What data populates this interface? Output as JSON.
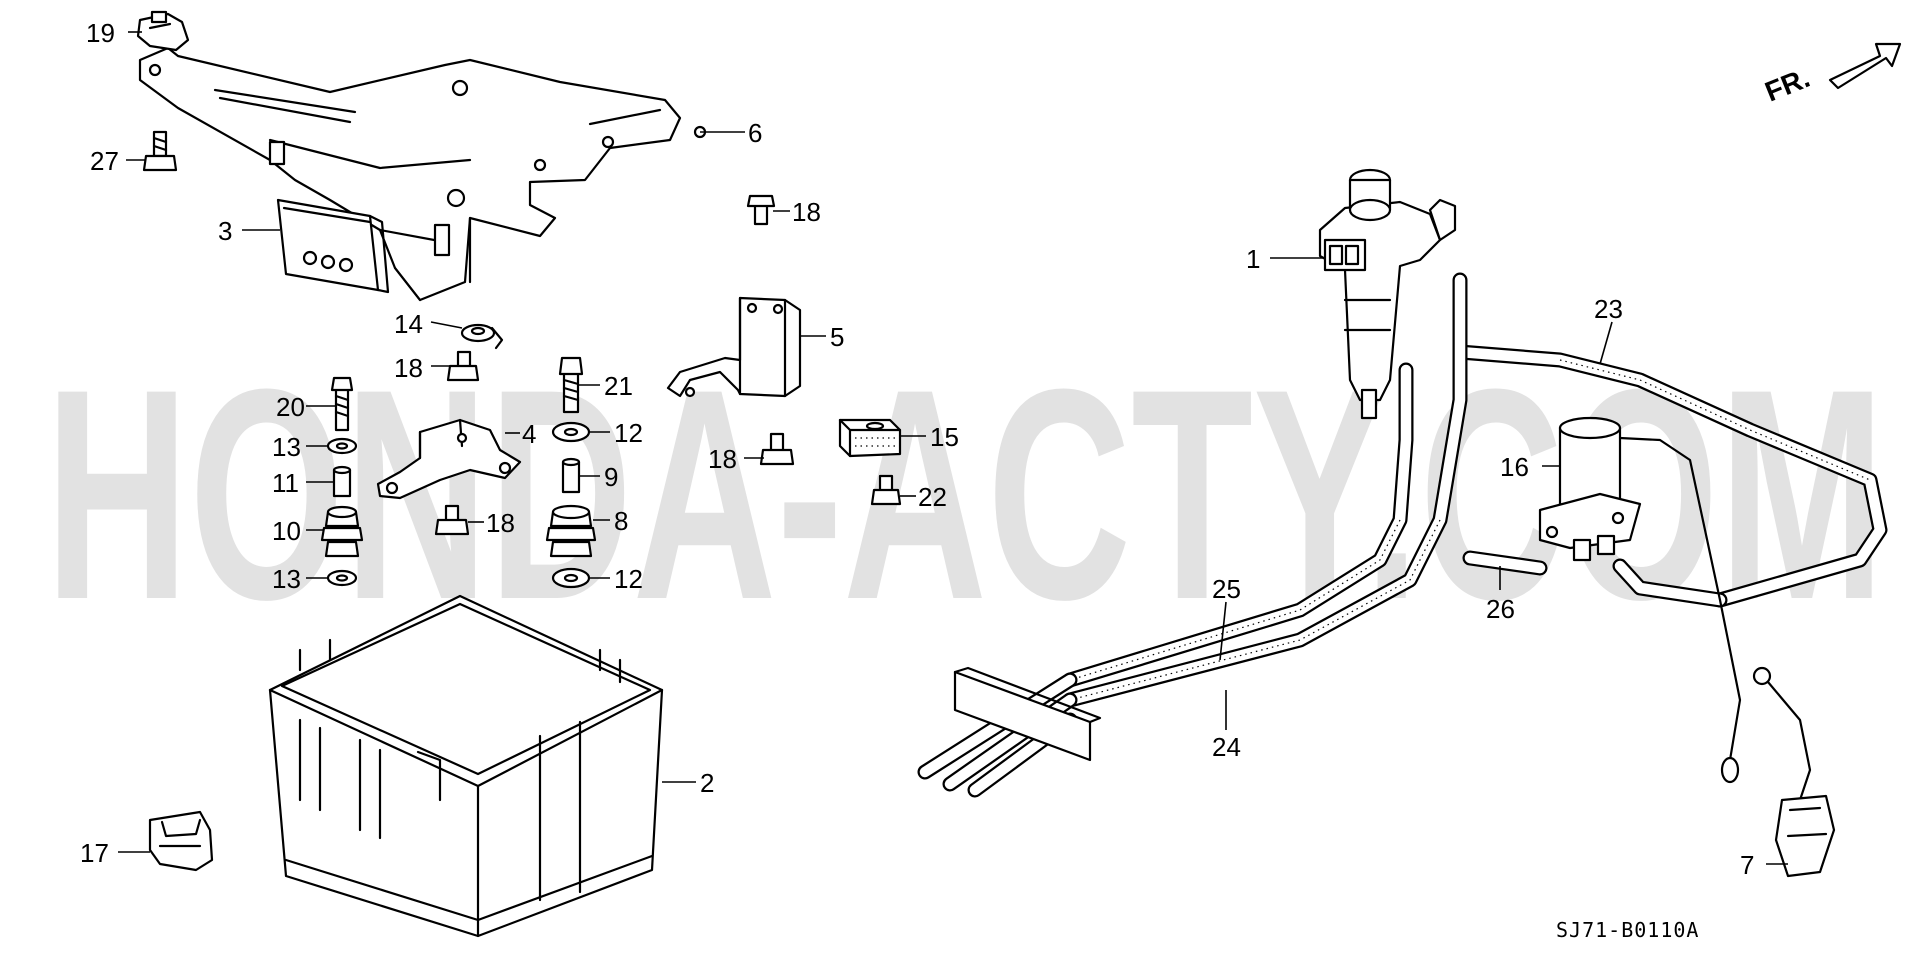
{
  "watermark": "HONDA-ACTY.COM",
  "diagram_code": "SJ71-B0110A",
  "front_indicator": "FR.",
  "callouts": [
    {
      "id": "19",
      "text": "19"
    },
    {
      "id": "6",
      "text": "6"
    },
    {
      "id": "27",
      "text": "27"
    },
    {
      "id": "3",
      "text": "3"
    },
    {
      "id": "18a",
      "text": "18"
    },
    {
      "id": "14",
      "text": "14"
    },
    {
      "id": "18b",
      "text": "18"
    },
    {
      "id": "5",
      "text": "5"
    },
    {
      "id": "21",
      "text": "21"
    },
    {
      "id": "20",
      "text": "20"
    },
    {
      "id": "4",
      "text": "4"
    },
    {
      "id": "12a",
      "text": "12"
    },
    {
      "id": "15",
      "text": "15"
    },
    {
      "id": "18c",
      "text": "18"
    },
    {
      "id": "13a",
      "text": "13"
    },
    {
      "id": "11",
      "text": "11"
    },
    {
      "id": "9",
      "text": "9"
    },
    {
      "id": "22",
      "text": "22"
    },
    {
      "id": "10",
      "text": "10"
    },
    {
      "id": "18d",
      "text": "18"
    },
    {
      "id": "8",
      "text": "8"
    },
    {
      "id": "13b",
      "text": "13"
    },
    {
      "id": "12b",
      "text": "12"
    },
    {
      "id": "2",
      "text": "2"
    },
    {
      "id": "17",
      "text": "17"
    },
    {
      "id": "1",
      "text": "1"
    },
    {
      "id": "23",
      "text": "23"
    },
    {
      "id": "16",
      "text": "16"
    },
    {
      "id": "25",
      "text": "25"
    },
    {
      "id": "26",
      "text": "26"
    },
    {
      "id": "24",
      "text": "24"
    },
    {
      "id": "7",
      "text": "7"
    }
  ]
}
